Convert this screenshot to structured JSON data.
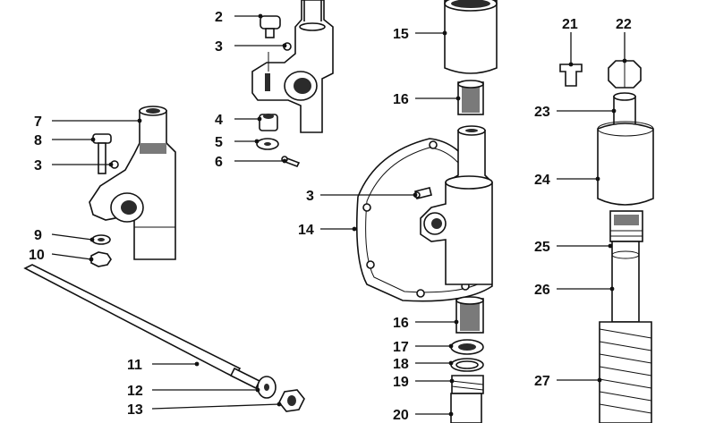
{
  "callouts": {
    "c2": "2",
    "c3a": "3",
    "c4": "4",
    "c5": "5",
    "c6": "6",
    "c7": "7",
    "c8": "8",
    "c3b": "3",
    "c9": "9",
    "c10": "10",
    "c11": "11",
    "c12": "12",
    "c13": "13",
    "c15": "15",
    "c16a": "16",
    "c3c": "3",
    "c14": "14",
    "c16b": "16",
    "c17": "17",
    "c18": "18",
    "c19": "19",
    "c20": "20",
    "c21": "21",
    "c22": "22",
    "c23": "23",
    "c24": "24",
    "c25": "25",
    "c26": "26",
    "c27": "27"
  }
}
